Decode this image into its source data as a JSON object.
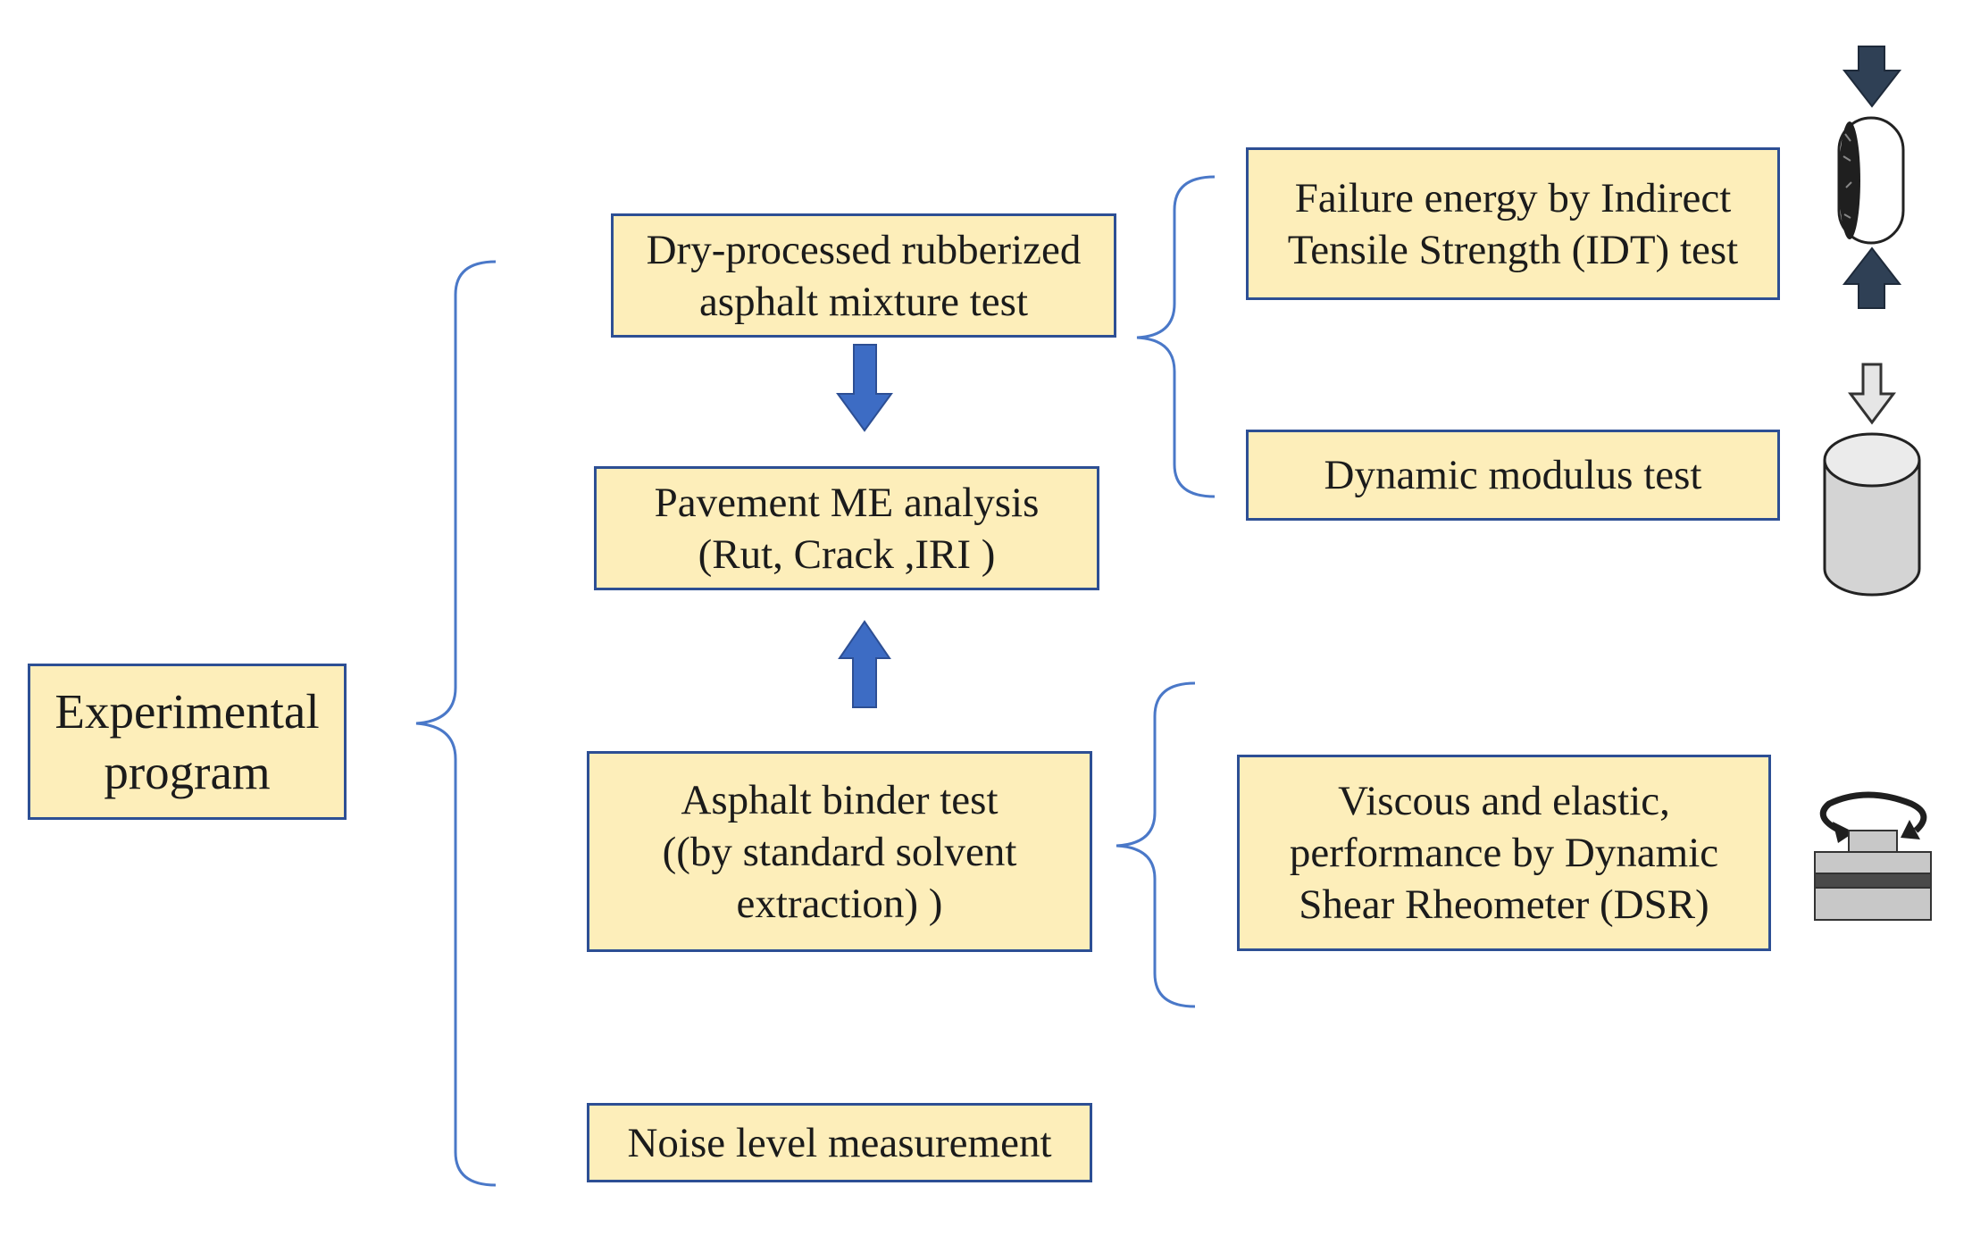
{
  "diagram": {
    "boxes": {
      "experimental_program": "Experimental\nprogram",
      "dry_processed_test": "Dry-processed rubberized\nasphalt mixture test",
      "pavement_me_analysis": "Pavement ME analysis\n(Rut, Crack ,IRI )",
      "asphalt_binder_test": "Asphalt binder test\n((by standard solvent\nextraction) )",
      "noise_level_measurement": "Noise level measurement",
      "failure_energy_idt": "Failure energy by Indirect\nTensile Strength (IDT) test",
      "dynamic_modulus_test": "Dynamic modulus test",
      "viscous_elastic_dsr": "Viscous and elastic,\nperformance by Dynamic\nShear Rheometer (DSR)"
    },
    "icons": {
      "idt": "idt-specimen-icon",
      "dynamic_modulus": "cylinder-specimen-icon",
      "dsr": "dsr-plate-icon"
    },
    "colors": {
      "box_fill": "#fdeeba",
      "box_border": "#2d4f94",
      "arrow_fill": "#3d6cc4",
      "bracket": "#4a78c8"
    }
  }
}
